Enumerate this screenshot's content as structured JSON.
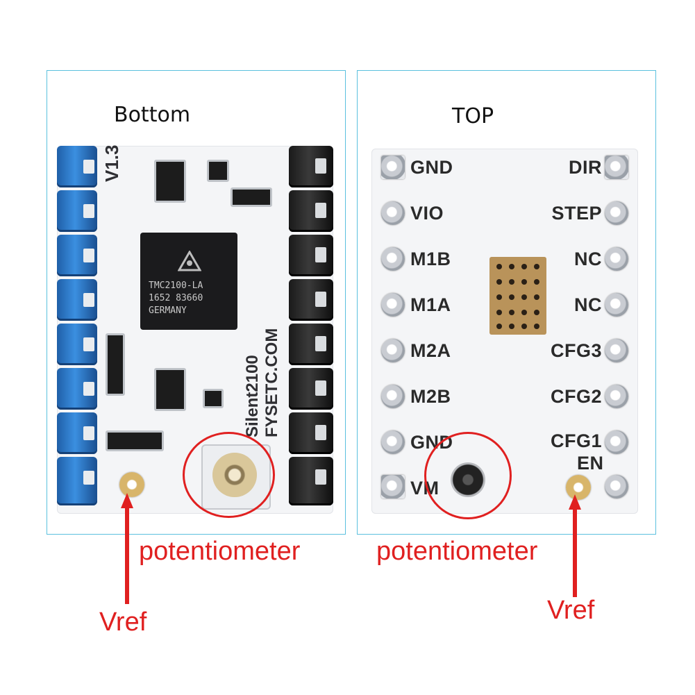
{
  "panels": {
    "bottom": {
      "title": "Bottom",
      "silkscreen_version": "V1.3",
      "silkscreen_side": "Silent2100",
      "silkscreen_site": "FYSETC.COM",
      "chip_lines": [
        "TMC2100-LA",
        "1652  83660",
        "GERMANY"
      ],
      "annotation_potentiometer": "potentiometer",
      "annotation_vref": "Vref"
    },
    "top": {
      "title": "TOP",
      "left_pins": [
        "GND",
        "VIO",
        "M1B",
        "M1A",
        "M2A",
        "M2B",
        "GND",
        "VM"
      ],
      "right_pins": [
        "DIR",
        "STEP",
        "NC",
        "NC",
        "CFG3",
        "CFG2",
        "CFG1",
        "EN"
      ],
      "annotation_potentiometer": "potentiometer",
      "annotation_vref": "Vref"
    }
  },
  "colors": {
    "frame": "#5bc0de",
    "annotation": "#e02020",
    "header_blue": "#2f7fd0",
    "header_black": "#1a1a1a"
  }
}
